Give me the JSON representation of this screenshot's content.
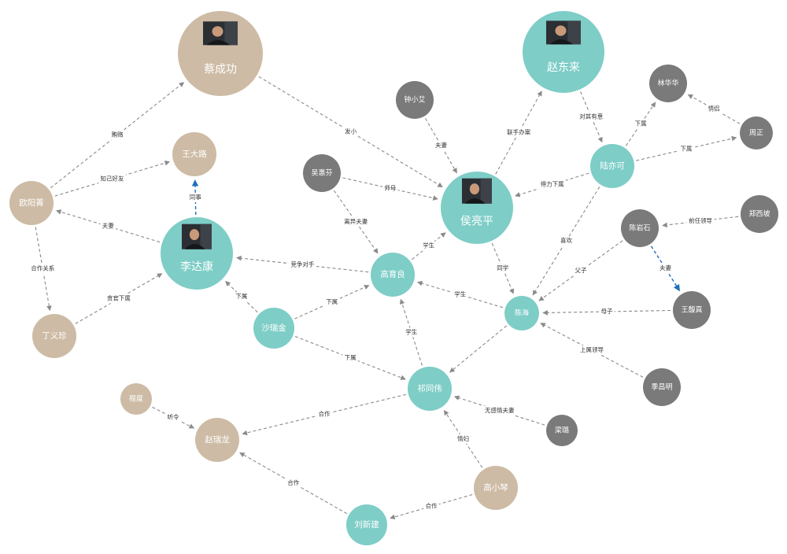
{
  "colors": {
    "teal": "#7ecdc7",
    "tan": "#cdbba5",
    "gray": "#7a7a7a",
    "edge": "#8a8a8a",
    "highlight_edge": "#1f6fb8"
  },
  "nodes": [
    {
      "id": "caichenggong",
      "label": "蔡成功",
      "kind": "tan",
      "photo": true
    },
    {
      "id": "zhaodonglai",
      "label": "赵东来",
      "kind": "teal",
      "photo": true
    },
    {
      "id": "houliangping",
      "label": "侯亮平",
      "kind": "teal",
      "photo": true
    },
    {
      "id": "lidakang",
      "label": "李达康",
      "kind": "teal",
      "photo": true
    },
    {
      "id": "wangdalu",
      "label": "王大路",
      "kind": "tan",
      "photo": false
    },
    {
      "id": "ouyangjing",
      "label": "欧阳菁",
      "kind": "tan",
      "photo": false
    },
    {
      "id": "dingyizhen",
      "label": "丁义珍",
      "kind": "tan",
      "photo": false
    },
    {
      "id": "zhongxiaoai",
      "label": "钟小艾",
      "kind": "gray",
      "photo": false
    },
    {
      "id": "wuhuifen",
      "label": "吴惠芬",
      "kind": "gray",
      "photo": false
    },
    {
      "id": "gaoyuliang",
      "label": "高育良",
      "kind": "teal",
      "photo": false
    },
    {
      "id": "shaduijin",
      "label": "沙瑞金",
      "kind": "teal",
      "photo": false
    },
    {
      "id": "qitongwei",
      "label": "祁同伟",
      "kind": "teal",
      "photo": false
    },
    {
      "id": "chenhai",
      "label": "陈海",
      "kind": "teal",
      "photo": false
    },
    {
      "id": "luyike",
      "label": "陆亦可",
      "kind": "teal",
      "photo": false
    },
    {
      "id": "linhuahua",
      "label": "林华华",
      "kind": "gray",
      "photo": false
    },
    {
      "id": "zhouzheng",
      "label": "周正",
      "kind": "gray",
      "photo": false
    },
    {
      "id": "zhengxipo",
      "label": "郑西坡",
      "kind": "gray",
      "photo": false
    },
    {
      "id": "chenyanshi",
      "label": "陈岩石",
      "kind": "gray",
      "photo": false
    },
    {
      "id": "wangfuzhen",
      "label": "王馥真",
      "kind": "gray",
      "photo": false
    },
    {
      "id": "jichangming",
      "label": "季昌明",
      "kind": "gray",
      "photo": false
    },
    {
      "id": "liangjing",
      "label": "梁璐",
      "kind": "gray",
      "photo": false
    },
    {
      "id": "gaoxiaoqin",
      "label": "高小琴",
      "kind": "tan",
      "photo": false
    },
    {
      "id": "liuxinjian",
      "label": "刘新建",
      "kind": "teal",
      "photo": false
    },
    {
      "id": "zhaorulong",
      "label": "赵瑞龙",
      "kind": "tan",
      "photo": false
    },
    {
      "id": "chengdu",
      "label": "程度",
      "kind": "tan",
      "photo": false
    }
  ],
  "edges": [
    {
      "from": "ouyangjing",
      "to": "caichenggong",
      "label": "贿赂"
    },
    {
      "from": "ouyangjing",
      "to": "wangdalu",
      "label": "知己好友"
    },
    {
      "from": "lidakang",
      "to": "wangdalu",
      "label": "同事",
      "highlight": true
    },
    {
      "from": "lidakang",
      "to": "ouyangjing",
      "label": "夫妻"
    },
    {
      "from": "ouyangjing",
      "to": "dingyizhen",
      "label": "合作关系"
    },
    {
      "from": "dingyizhen",
      "to": "lidakang",
      "label": "贪官下属"
    },
    {
      "from": "caichenggong",
      "to": "houliangping",
      "label": "发小"
    },
    {
      "from": "zhongxiaoai",
      "to": "houliangping",
      "label": "夫妻"
    },
    {
      "from": "wuhuifen",
      "to": "houliangping",
      "label": "师母"
    },
    {
      "from": "wuhuifen",
      "to": "gaoyuliang",
      "label": "离异夫妻"
    },
    {
      "from": "houliangping",
      "to": "zhaodonglai",
      "label": "联手办案"
    },
    {
      "from": "zhaodonglai",
      "to": "luyike",
      "label": "对其有意"
    },
    {
      "from": "luyike",
      "to": "houliangping",
      "label": "得力下属"
    },
    {
      "from": "luyike",
      "to": "linhuahua",
      "label": "下属"
    },
    {
      "from": "luyike",
      "to": "zhouzheng",
      "label": "下属"
    },
    {
      "from": "zhouzheng",
      "to": "linhuahua",
      "label": "情侣"
    },
    {
      "from": "luyike",
      "to": "chenhai",
      "label": "喜欢"
    },
    {
      "from": "zhengxipo",
      "to": "chenyanshi",
      "label": "前任领导"
    },
    {
      "from": "chenyanshi",
      "to": "wangfuzhen",
      "label": "夫妻",
      "highlight": true
    },
    {
      "from": "chenyanshi",
      "to": "chenhai",
      "label": "父子"
    },
    {
      "from": "wangfuzhen",
      "to": "chenhai",
      "label": "母子"
    },
    {
      "from": "jichangming",
      "to": "chenhai",
      "label": "上属领导"
    },
    {
      "from": "houliangping",
      "to": "chenhai",
      "label": "同学"
    },
    {
      "from": "gaoyuliang",
      "to": "houliangping",
      "label": "学生"
    },
    {
      "from": "gaoyuliang",
      "to": "lidakang",
      "label": "竞争对手"
    },
    {
      "from": "chenhai",
      "to": "gaoyuliang",
      "label": "学生"
    },
    {
      "from": "shaduijin",
      "to": "gaoyuliang",
      "label": "下属"
    },
    {
      "from": "shaduijin",
      "to": "lidakang",
      "label": "下属"
    },
    {
      "from": "shaduijin",
      "to": "qitongwei",
      "label": "下属"
    },
    {
      "from": "qitongwei",
      "to": "gaoyuliang",
      "label": "学生"
    },
    {
      "from": "chenhai",
      "to": "qitongwei",
      "label": ""
    },
    {
      "from": "liangjing",
      "to": "qitongwei",
      "label": "无感情夫妻"
    },
    {
      "from": "gaoxiaoqin",
      "to": "qitongwei",
      "label": "情妇"
    },
    {
      "from": "qitongwei",
      "to": "zhaorulong",
      "label": "合作"
    },
    {
      "from": "chengdu",
      "to": "zhaorulong",
      "label": "听令"
    },
    {
      "from": "liuxinjian",
      "to": "zhaorulong",
      "label": "合作"
    },
    {
      "from": "gaoxiaoqin",
      "to": "liuxinjian",
      "label": "合作"
    }
  ]
}
